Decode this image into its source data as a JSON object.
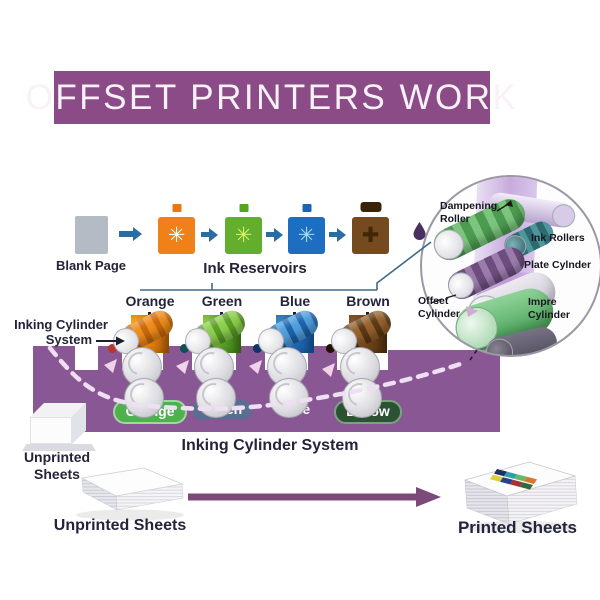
{
  "title": {
    "text": "OFFSET PRINTERS WORK"
  },
  "flow": {
    "blank_page_label": "Blank Page",
    "reservoirs_label": "Ink Reservoirs",
    "reservoirs": [
      {
        "name": "orange",
        "color": "#f08119",
        "glyph": "✳"
      },
      {
        "name": "green",
        "color": "#63ae2d",
        "glyph": "✳"
      },
      {
        "name": "blue",
        "color": "#1d6ec1",
        "glyph": "✳"
      },
      {
        "name": "brown",
        "color": "#744a1e",
        "glyph": "✚"
      }
    ]
  },
  "units": [
    {
      "label": "Orange",
      "badge": "Orange",
      "badge_color": "#4fb04e"
    },
    {
      "label": "Green",
      "badge": "Green",
      "badge_color": "#5a6e92"
    },
    {
      "label": "Blue",
      "badge": "Blue",
      "badge_color": "transparent"
    },
    {
      "label": "Brown",
      "badge": "Broow",
      "badge_color": "#2b5233"
    }
  ],
  "inking": {
    "left_label_line1": "Inking Cylinder",
    "left_label_line2": "System",
    "bottom_label": "Inking Cylinder System"
  },
  "inset": {
    "dampening_line1": "Dampening",
    "dampening_line2": "Roller",
    "ink_rollers": "Ink Rollers",
    "plate": "Plate Cylnder",
    "offset_line1": "Offset",
    "offset_line2": "Cylinder",
    "impression_line1": "Impre",
    "impression_line2": "Cylinder"
  },
  "bottom": {
    "box_label_line1": "Unprinted",
    "box_label_line2": "Sheets",
    "unprinted_label": "Unprinted Sheets",
    "printed_label": "Printed Sheets"
  },
  "colors": {
    "banner_purple": "#8a4b87",
    "base_purple": "#8a5795",
    "flow_arrow_blue": "#2a6da5",
    "process_arrow_purple": "#7c4a78",
    "printed_sheet_swatches": [
      "#203061",
      "#2f9daa",
      "#68b86a",
      "#d9782a",
      "#decf3f",
      "#27418c",
      "#a8322f",
      "#2f6b3c"
    ]
  }
}
